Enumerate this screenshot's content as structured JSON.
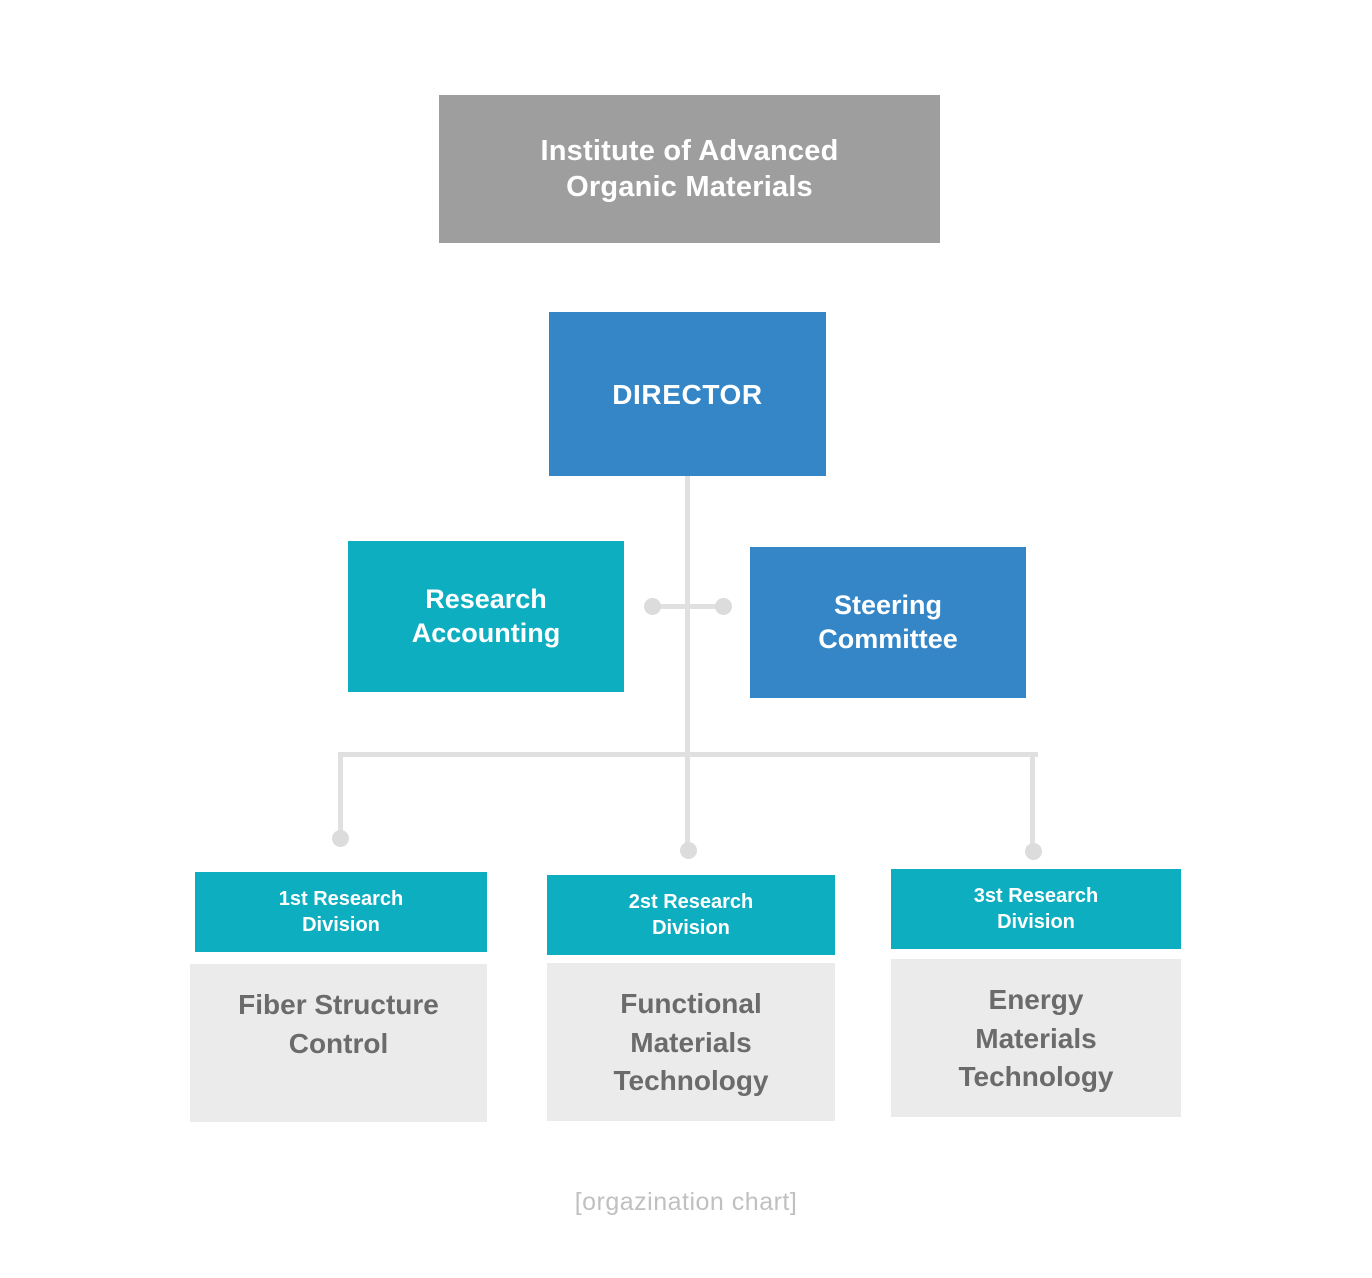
{
  "chart_data": {
    "type": "diagram",
    "diagram_type": "organization-chart",
    "title": "Institute of  Advanced Organic Materials",
    "caption": "[orgazination chart]",
    "colors": {
      "background": "#ffffff",
      "root": "#9e9e9e",
      "blue": "#3486c6",
      "teal": "#0daec0",
      "body_gray": "#ebebeb",
      "body_text": "#6b6b6b",
      "connector": "#e0e0e0",
      "connector_dot": "#dcdcdc",
      "caption_text": "#c0c0c0"
    },
    "nodes": [
      {
        "id": "institute",
        "label": "Institute of  Advanced\nOrganic Materials",
        "level": 0,
        "color": "#9e9e9e"
      },
      {
        "id": "director",
        "label": "DIRECTOR",
        "level": 1,
        "color": "#3486c6"
      },
      {
        "id": "research-accounting",
        "label": "Research\nAccounting",
        "level": 2,
        "color": "#0daec0"
      },
      {
        "id": "steering-committee",
        "label": "Steering\nCommittee",
        "level": 2,
        "color": "#3486c6"
      },
      {
        "id": "division-1",
        "label": "1st Research\nDivision",
        "level": 3,
        "color": "#0daec0"
      },
      {
        "id": "division-2",
        "label": "2st Research\nDivision",
        "level": 3,
        "color": "#0daec0"
      },
      {
        "id": "division-3",
        "label": "3st Research\nDivision",
        "level": 3,
        "color": "#0daec0"
      }
    ],
    "edges": [
      {
        "from": "director",
        "to": "research-accounting"
      },
      {
        "from": "director",
        "to": "steering-committee"
      },
      {
        "from": "director",
        "to": "division-1"
      },
      {
        "from": "director",
        "to": "division-2"
      },
      {
        "from": "director",
        "to": "division-3"
      }
    ]
  },
  "institute": {
    "label": "Institute of  Advanced\nOrganic Materials"
  },
  "director": {
    "label": "DIRECTOR"
  },
  "level2": {
    "research_accounting": "Research\nAccounting",
    "steering_committee": "Steering\nCommittee"
  },
  "divisions": [
    {
      "header": "1st Research\nDivision",
      "body": "Fiber Structure\nControl"
    },
    {
      "header": "2st Research\nDivision",
      "body": "Functional\nMaterials\nTechnology"
    },
    {
      "header": "3st Research\nDivision",
      "body": "Energy\nMaterials\nTechnology"
    }
  ],
  "caption": {
    "text": "[orgazination chart]"
  }
}
